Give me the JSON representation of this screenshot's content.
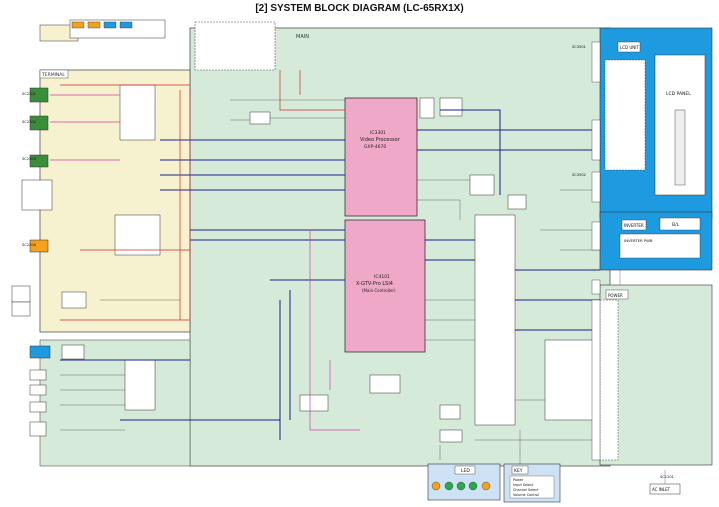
{
  "title": "[2] SYSTEM BLOCK DIAGRAM (LC-65RX1X)",
  "colors": {
    "main_fill": "#d6ead9",
    "terminal_fill": "#f6f1cf",
    "blue_fill": "#1e9be0",
    "pink_fill": "#f0a8c8",
    "orange": "#f3a21b",
    "line_dark": "#15208a",
    "line_red": "#d22a2a",
    "line_magenta": "#d6409f"
  },
  "sections": {
    "main": "MAIN",
    "terminal": "TERMINAL",
    "lcd_unit": "LCD UNIT",
    "lcd_panel": "LCD PANEL",
    "inverter": "INVERTER",
    "bl": "B/L",
    "inverter_pwb": "INVERTER PWB",
    "power": "POWER",
    "led": "LED",
    "key": "KEY",
    "ac_inlet": "AC INLET"
  },
  "chips": {
    "video_processor_ref": "IC3301",
    "video_processor": "Video Processor",
    "video_processor_part": "GXP-4670",
    "main_soc_ref": "IC4101",
    "main_soc": "X-GTV-Pro LSI4",
    "main_soc_sub": "(Main Controller)"
  },
  "key_labels": [
    "Power",
    "Input Select",
    "Channel Select",
    "Volume Control"
  ],
  "ref_labels": [
    "SC2201",
    "SC2202",
    "SC2203",
    "SC2204",
    "SC3501",
    "SC3502",
    "SC1201"
  ]
}
